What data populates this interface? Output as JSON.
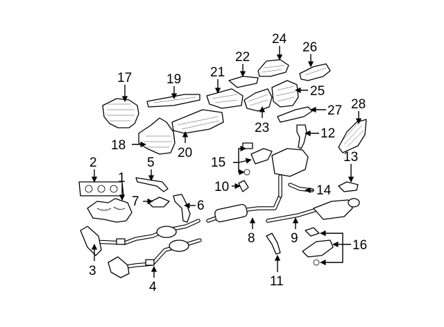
{
  "diagram": {
    "callouts": [
      "1",
      "2",
      "3",
      "4",
      "5",
      "6",
      "7",
      "8",
      "9",
      "10",
      "11",
      "12",
      "13",
      "14",
      "15",
      "16",
      "17",
      "18",
      "19",
      "20",
      "21",
      "22",
      "23",
      "24",
      "25",
      "26",
      "27",
      "28"
    ]
  },
  "colors": {
    "line": "#000000",
    "background": "#ffffff"
  }
}
